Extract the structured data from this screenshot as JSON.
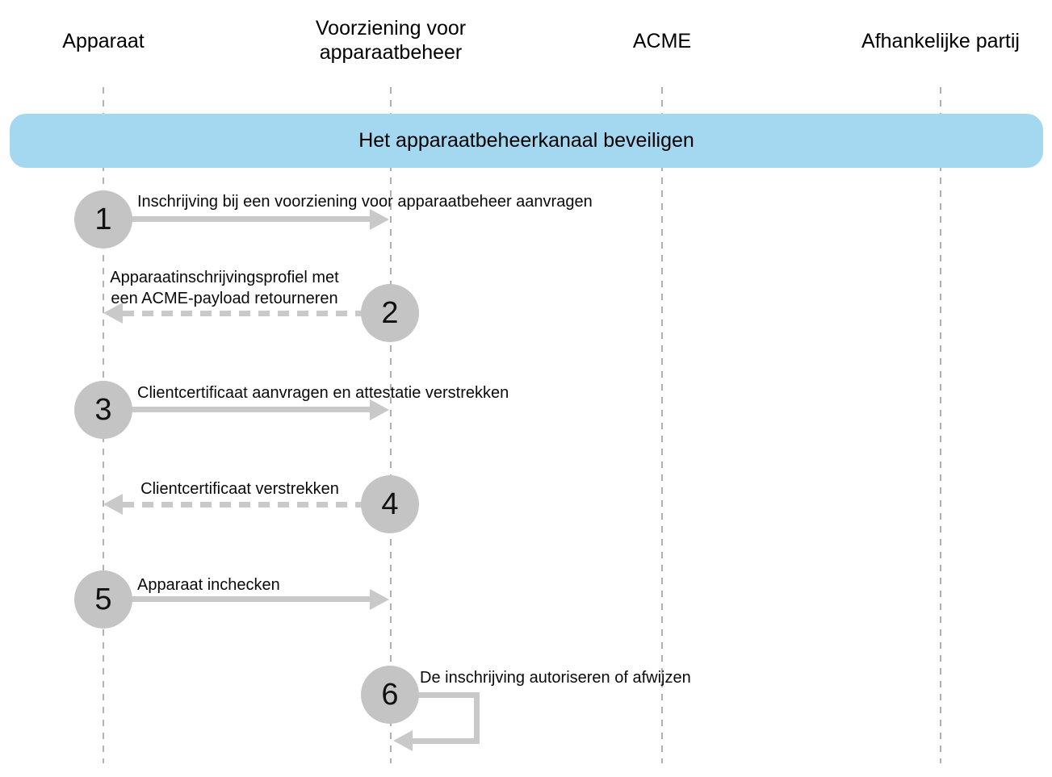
{
  "diagram": {
    "type": "sequence-diagram",
    "banner": {
      "title": "Het apparaatbeheerkanaal beveiligen"
    },
    "actors": [
      {
        "id": "apparaat",
        "label": "Apparaat"
      },
      {
        "id": "voorziening-voor-apparaatbeheer",
        "label": "Voorziening voor\napparaatbeheer"
      },
      {
        "id": "acme",
        "label": "ACME"
      },
      {
        "id": "afhankelijke-partij",
        "label": "Afhankelijke partij"
      }
    ],
    "steps": [
      {
        "number": "1",
        "label": "Inschrijving bij een voorziening voor apparaatbeheer aanvragen",
        "from": "Apparaat",
        "to": "Voorziening voor apparaatbeheer",
        "arrow": "solid"
      },
      {
        "number": "2",
        "label": "Apparaatinschrijvingsprofiel met\neen ACME-payload retourneren",
        "from": "Voorziening voor apparaatbeheer",
        "to": "Apparaat",
        "arrow": "dashed"
      },
      {
        "number": "3",
        "label": "Clientcertificaat aanvragen en attestatie verstrekken",
        "from": "Apparaat",
        "to": "Voorziening voor apparaatbeheer",
        "arrow": "solid"
      },
      {
        "number": "4",
        "label": "Clientcertificaat verstrekken",
        "from": "Voorziening voor apparaatbeheer",
        "to": "Apparaat",
        "arrow": "dashed"
      },
      {
        "number": "5",
        "label": "Apparaat inchecken",
        "from": "Apparaat",
        "to": "Voorziening voor apparaatbeheer",
        "arrow": "solid"
      },
      {
        "number": "6",
        "label": "De inschrijving autoriseren of afwijzen",
        "from": "Voorziening voor apparaatbeheer",
        "to": "Voorziening voor apparaatbeheer",
        "arrow": "self-loop"
      }
    ],
    "colors": {
      "banner_bg": "#a4d8f0",
      "circle": "#c4c4c4",
      "arrow": "#c9c9c9",
      "lifeline": "#b0b0b0",
      "text": "#000000"
    }
  }
}
